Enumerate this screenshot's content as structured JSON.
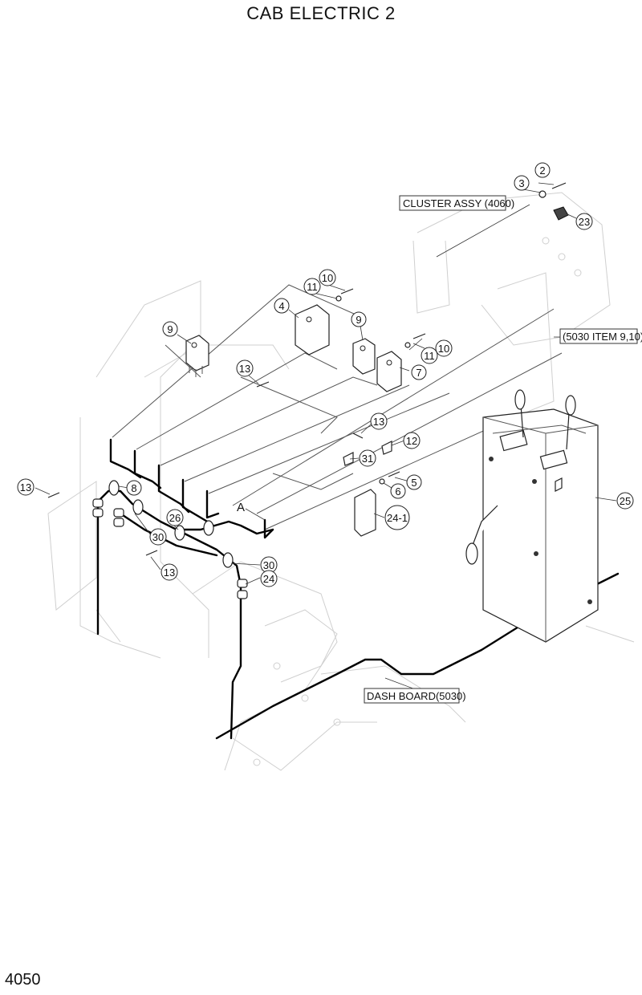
{
  "title": "CAB ELECTRIC 2",
  "page_number": "4050",
  "references": {
    "cluster": "CLUSTER ASSY (4060)",
    "item_5030": "(5030 ITEM 9,10)",
    "dash": "DASH BOARD(5030)"
  },
  "view_flag": "A",
  "callouts": {
    "c2": "2",
    "c3": "3",
    "c23": "23",
    "c10a": "10",
    "c11a": "11",
    "c4": "4",
    "c9a": "9",
    "c9b": "9",
    "c11b": "11",
    "c10b": "10",
    "c7": "7",
    "c13a": "13",
    "c13b": "13",
    "c12": "12",
    "c31": "31",
    "c5": "5",
    "c6": "6",
    "c13c": "13",
    "c8": "8",
    "c24_1": "24-1",
    "c26": "26",
    "c30a": "30",
    "c30b": "30",
    "c24": "24",
    "c13d": "13",
    "c25": "25"
  }
}
